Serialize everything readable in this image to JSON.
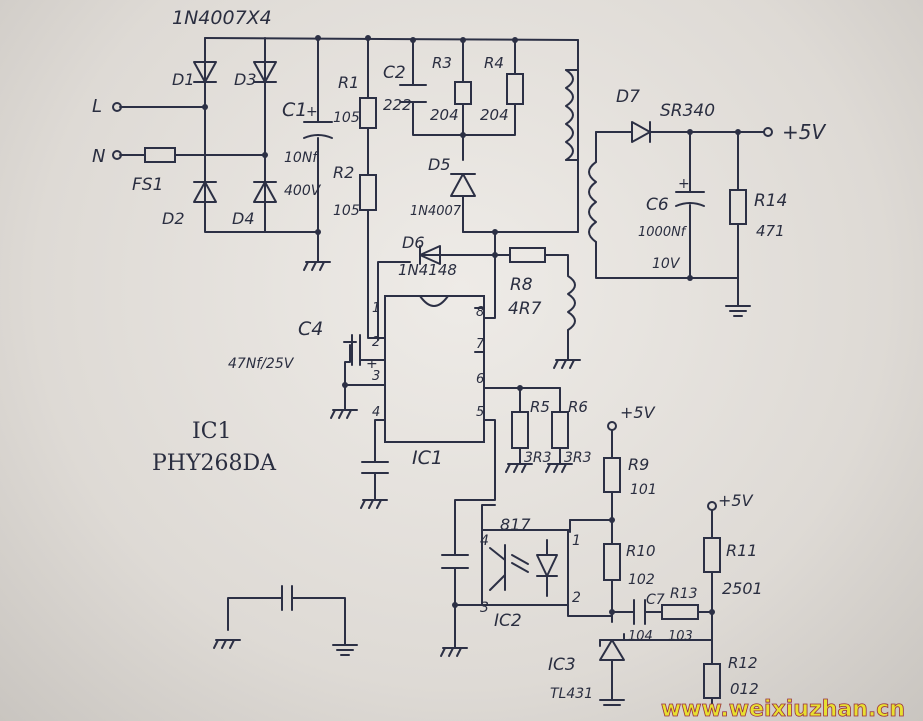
{
  "labels": {
    "bridge": "1N4007X4",
    "d1": "D1",
    "d2": "D2",
    "d3": "D3",
    "d4": "D4",
    "L": "L",
    "N": "N",
    "fs1": "FS1",
    "c1": "C1",
    "c1_plus": "+",
    "c1_val1": "10Nf",
    "c1_val2": "400V",
    "r1": "R1",
    "r1_val": "105",
    "r2": "R2",
    "r2_val": "105",
    "c2": "C2",
    "c2_val": "222",
    "r3": "R3",
    "r3_val": "204",
    "r4": "R4",
    "r4_val": "204",
    "d5": "D5",
    "d5_val": "1N4007",
    "d6": "D6",
    "d6_val": "1N4148",
    "r8": "R8",
    "r8_val": "4R7",
    "c4": "C4",
    "c4_val": "47Nf/25V",
    "c4_plus": "+",
    "pin1": "1",
    "pin2": "2",
    "pin3": "3",
    "pin4": "4",
    "pin5": "5",
    "pin6": "6",
    "pin7": "7",
    "pin8": "8",
    "ic1_inside": "IC1",
    "ic1_title": "IC1",
    "ic1_part": "PHY268DA",
    "r5": "R5",
    "r6": "R6",
    "r5_val": "3R3",
    "r6_val": "3R3",
    "r9": "R9",
    "r9_val": "101",
    "plus5v_a": "+5V",
    "opto": "817",
    "opto_pin4": "4",
    "opto_pin1": "1",
    "opto_pin3": "3",
    "opto_pin2": "2",
    "ic2": "IC2",
    "r10": "R10",
    "r10_val": "102",
    "c7": "C7",
    "c7_val": "104",
    "r13": "R13",
    "r13_val": "103",
    "r11": "R11",
    "r11_val": "2501",
    "plus5v_b": "+5V",
    "r12": "R12",
    "r12_val": "012",
    "ic3": "IC3",
    "ic3_val": "TL431",
    "d7": "D7",
    "d7_val": "SR340",
    "out_5v": "+5V",
    "c6": "C6",
    "c6_plus": "+",
    "c6_val1": "1000Nf",
    "c6_val2": "10V",
    "r14": "R14",
    "r14_val": "471",
    "watermark": "www.weixiuzhan.cn"
  },
  "colors": {
    "ink": "#2c3045",
    "paper": "#e8e5e1",
    "watermark": "#e8e030"
  }
}
